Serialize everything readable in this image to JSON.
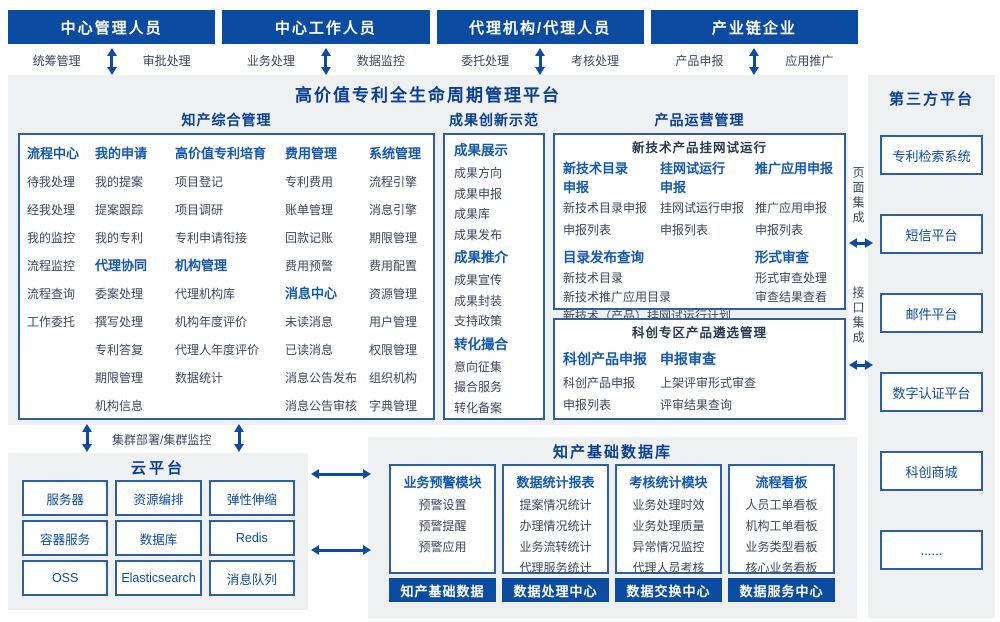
{
  "colors": {
    "primary_blue": "#0c4ca0",
    "title_blue": "#0a3f92",
    "subheader_blue": "#1459ae",
    "item_text": "#3d4a5e",
    "box_border": "#2e5fa3",
    "panel_gray": "#eef0f2"
  },
  "top_actors": [
    {
      "title": "中心管理人员",
      "labels": [
        "统筹管理",
        "审批处理"
      ]
    },
    {
      "title": "中心工作人员",
      "labels": [
        "业务处理",
        "数据监控"
      ]
    },
    {
      "title": "代理机构/代理人员",
      "labels": [
        "委托处理",
        "考核处理"
      ]
    },
    {
      "title": "产业链企业",
      "labels": [
        "产品申报",
        "应用推广"
      ]
    }
  ],
  "platform": {
    "title": "高价值专利全生命周期管理平台",
    "comprehensive": {
      "title": "知产综合管理",
      "columns": [
        [
          {
            "header": "流程中心",
            "items": [
              "待我处理",
              "经我处理",
              "我的监控",
              "流程监控",
              "流程查询",
              "工作委托"
            ]
          }
        ],
        [
          {
            "header": "我的申请",
            "items": [
              "我的提案",
              "提案跟踪",
              "我的专利"
            ]
          },
          {
            "header": "代理协同",
            "items": [
              "委案处理",
              "撰写处理",
              "专利答复",
              "期限管理",
              "机构信息"
            ]
          }
        ],
        [
          {
            "header": "高价值专利培育",
            "items": [
              "项目登记",
              "项目调研",
              "专利申请衔接"
            ]
          },
          {
            "header": "机构管理",
            "items": [
              "代理机构库",
              "机构年度评价",
              "代理人年度评价",
              "数据统计"
            ]
          }
        ],
        [
          {
            "header": "费用管理",
            "items": [
              "专利费用",
              "账单管理",
              "回款记账",
              "费用预警"
            ]
          },
          {
            "header": "消息中心",
            "items": [
              "未读消息",
              "已读消息",
              "消息公告发布",
              "消息公告审核"
            ]
          }
        ],
        [
          {
            "header": "系统管理",
            "items": [
              "流程引擎",
              "消息引擎",
              "期限管理",
              "费用配置",
              "资源管理",
              "用户管理",
              "权限管理",
              "组织机构",
              "字典管理"
            ]
          }
        ]
      ]
    },
    "innovation": {
      "title": "成果创新示范",
      "groups": [
        {
          "header": "成果展示",
          "items": [
            "成果方向",
            "成果申报",
            "成果库",
            "成果发布"
          ]
        },
        {
          "header": "成果推介",
          "items": [
            "成果宣传",
            "成果封装",
            "支持政策"
          ]
        },
        {
          "header": "转化撮合",
          "items": [
            "意向征集",
            "撮合服务",
            "转化备案"
          ]
        }
      ]
    },
    "product": {
      "title": "产品运营管理",
      "box1": {
        "title": "新技术产品挂网试运行",
        "columns": [
          {
            "header": "新技术目录申报",
            "items": [
              "新技术目录申报",
              "申报列表"
            ]
          },
          {
            "header": "挂网试运行申报",
            "items": [
              "挂网试运行申报",
              "申报列表"
            ]
          },
          {
            "header": "推广应用申报",
            "items": [
              "推广应用申报",
              "申报列表"
            ]
          }
        ],
        "catalog": {
          "header": "目录发布查询",
          "items": [
            "新技术目录",
            "新技术推广应用目录",
            "新技术（产品）挂网试运行计划"
          ]
        },
        "review": {
          "header": "形式审查",
          "items": [
            "形式审查处理",
            "审查结果查看"
          ]
        }
      },
      "box2": {
        "title": "科创专区产品遴选管理",
        "columns": [
          {
            "header": "科创产品申报",
            "items": [
              "科创产品申报",
              "申报列表"
            ]
          },
          {
            "header": "申报审查",
            "items": [
              "上架评审形式审查",
              "评审结果查询"
            ]
          }
        ]
      }
    }
  },
  "integration": {
    "page_label": "页面集成",
    "api_label": "接口集成"
  },
  "third_party": {
    "title": "第三方平台",
    "items": [
      "专利检索系统",
      "短信平台",
      "邮件平台",
      "数字认证平台",
      "科创商城",
      "......"
    ]
  },
  "cloud": {
    "title": "云平台",
    "bridge_label": "集群部署/集群监控",
    "services": [
      "服务器",
      "资源编排",
      "弹性伸缩",
      "容器服务",
      "数据库",
      "Redis",
      "OSS",
      "Elasticsearch",
      "消息队列"
    ]
  },
  "database": {
    "title": "知产基础数据库",
    "columns": [
      {
        "header": "业务预警模块",
        "items": [
          "预警设置",
          "预警提醒",
          "预警应用"
        ],
        "footer": "知产基础数据"
      },
      {
        "header": "数据统计报表",
        "items": [
          "提案情况统计",
          "办理情况统计",
          "业务流转统计",
          "代理服务统计"
        ],
        "footer": "数据处理中心"
      },
      {
        "header": "考核统计模块",
        "items": [
          "业务处理时效",
          "业务处理质量",
          "异常情况监控",
          "代理人员考核"
        ],
        "footer": "数据交换中心"
      },
      {
        "header": "流程看板",
        "items": [
          "人员工单看板",
          "机构工单看板",
          "业务类型看板",
          "核心业务看板"
        ],
        "footer": "数据服务中心"
      }
    ]
  }
}
